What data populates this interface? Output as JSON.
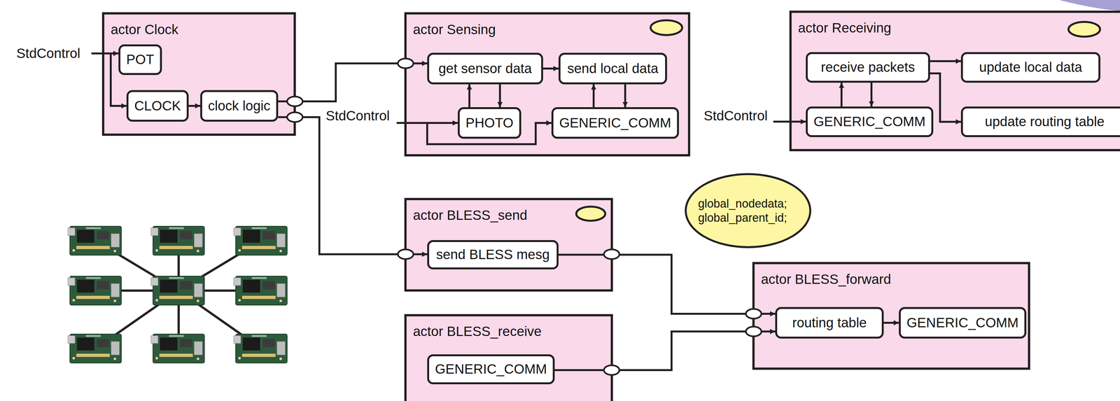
{
  "diagram": {
    "nodes": [
      {
        "text": [
          "actor Clock"
        ]
      },
      {
        "text": [
          "POT"
        ],
        "in": 0
      },
      {
        "text": [
          "CLOCK"
        ],
        "in": 0
      },
      {
        "text": [
          "clock logic"
        ],
        "in": 0
      },
      {
        "text": [
          "actor Sensing"
        ]
      },
      {
        "text": [
          "get sensor data"
        ],
        "in": 4
      },
      {
        "text": [
          "send local data"
        ],
        "in": 4
      },
      {
        "text": [
          "PHOTO"
        ],
        "in": 4
      },
      {
        "text": [
          "GENERIC_COMM"
        ],
        "in": 4
      },
      {
        "text": [
          "actor Receiving"
        ]
      },
      {
        "text": [
          "receive packets"
        ],
        "in": 9
      },
      {
        "text": [
          "update local data"
        ],
        "in": 9
      },
      {
        "text": [
          "GENERIC_COMM"
        ],
        "in": 9
      },
      {
        "text": [
          "update routing table"
        ],
        "in": 9
      },
      {
        "text": [
          "global_nodedata; global_parent_id;"
        ]
      },
      {
        "text": [
          "actor BLESS_send"
        ]
      },
      {
        "text": [
          "send BLESS mesg"
        ],
        "in": 15
      },
      {
        "text": [
          "actor BLESS_receive"
        ]
      },
      {
        "text": [
          "GENERIC_COMM"
        ],
        "in": 17
      },
      {
        "text": [
          "actor BLESS_forward"
        ]
      },
      {
        "text": [
          "routing table"
        ],
        "in": 19
      },
      {
        "text": [
          "GENERIC_COMM"
        ],
        "in": 19
      }
    ],
    "edges": [
      {
        "from": 2,
        "to": 3,
        "arrow": "to"
      },
      {
        "from": 3,
        "to": 5,
        "arrow": "to"
      },
      {
        "from": 3,
        "to": 16,
        "arrow": "to"
      },
      {
        "from": 5,
        "to": 6,
        "arrow": "to"
      },
      {
        "from": 7,
        "to": 5,
        "arrow": "to"
      },
      {
        "from": 5,
        "to": 7,
        "arrow": "to"
      },
      {
        "from": 8,
        "to": 6,
        "arrow": "to"
      },
      {
        "from": 6,
        "to": 8,
        "arrow": "to"
      },
      {
        "from": 10,
        "to": 11,
        "arrow": "to"
      },
      {
        "from": 10,
        "to": 13,
        "arrow": "to"
      },
      {
        "from": 12,
        "to": 10,
        "arrow": "to"
      },
      {
        "from": 10,
        "to": 12,
        "arrow": "to"
      },
      {
        "from": 16,
        "to": 20,
        "arrow": "to"
      },
      {
        "from": 18,
        "to": 20,
        "arrow": "to"
      },
      {
        "from": 20,
        "to": 21,
        "arrow": "to"
      }
    ],
    "labels": [
      "StdControl",
      "StdControl",
      "StdControl"
    ]
  }
}
